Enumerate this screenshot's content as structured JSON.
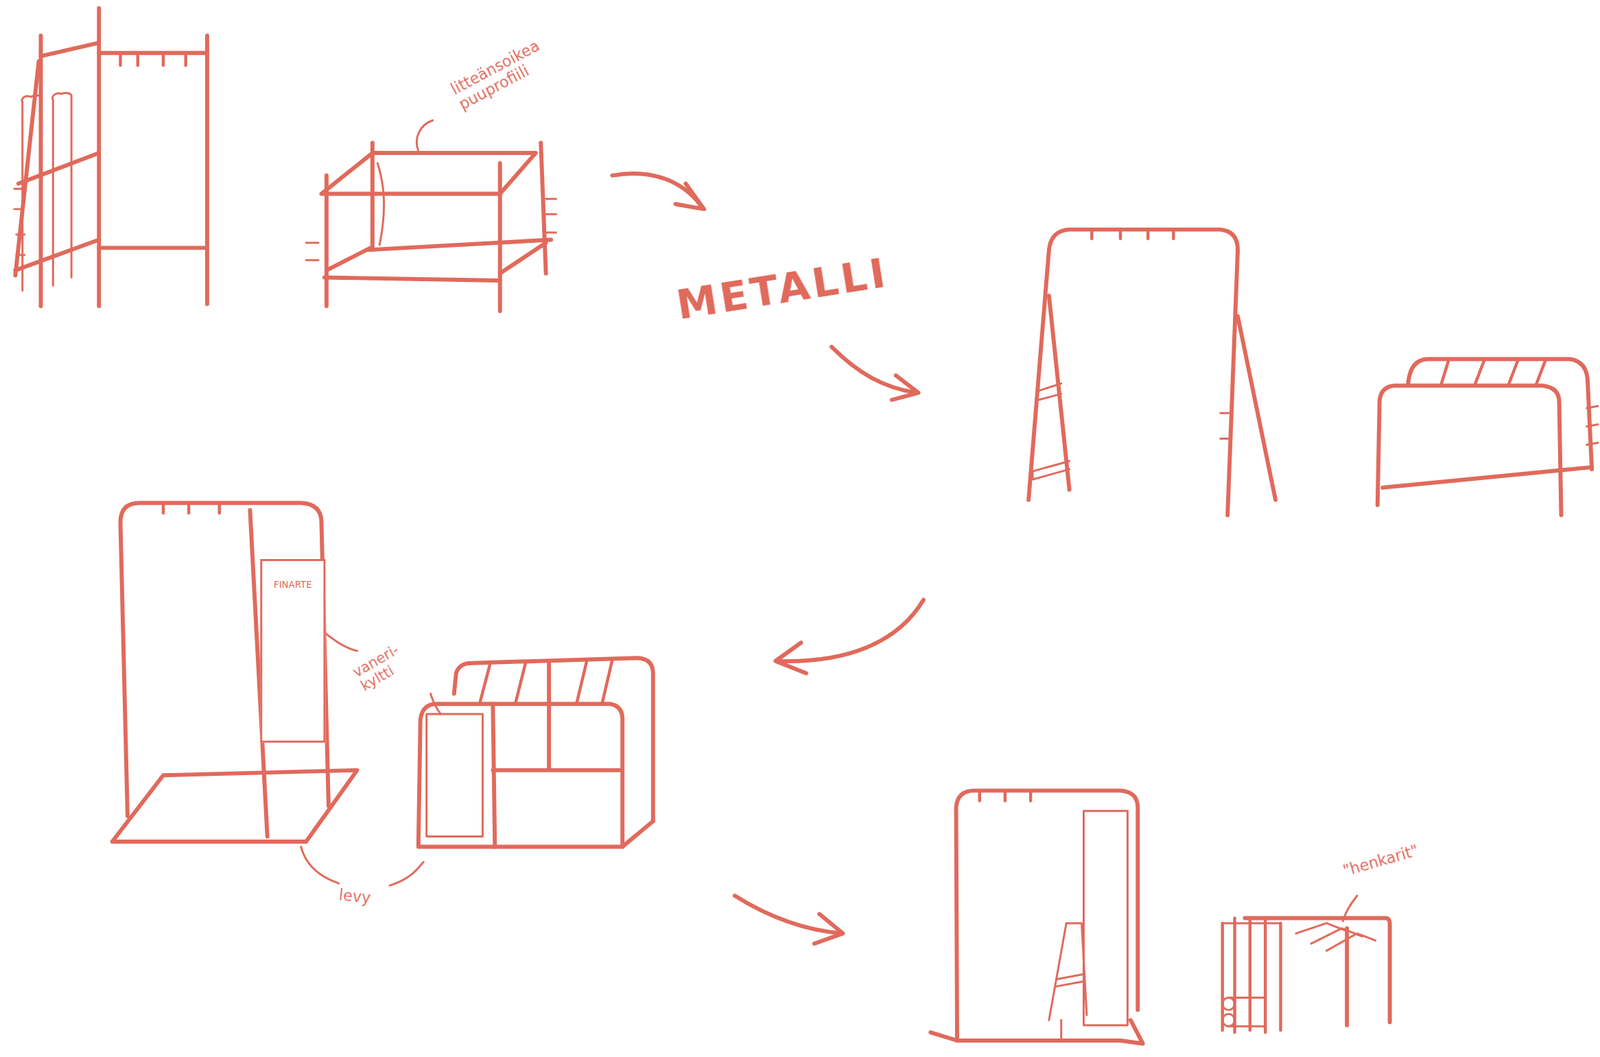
{
  "diagram": {
    "nodes": [
      {
        "text": [
          "FINARTE"
        ]
      }
    ],
    "labels": [
      "litteänsoikea puuprofiili",
      "METALLI",
      "vaneri- kyltti",
      "levy",
      "\"henkarit\""
    ]
  }
}
